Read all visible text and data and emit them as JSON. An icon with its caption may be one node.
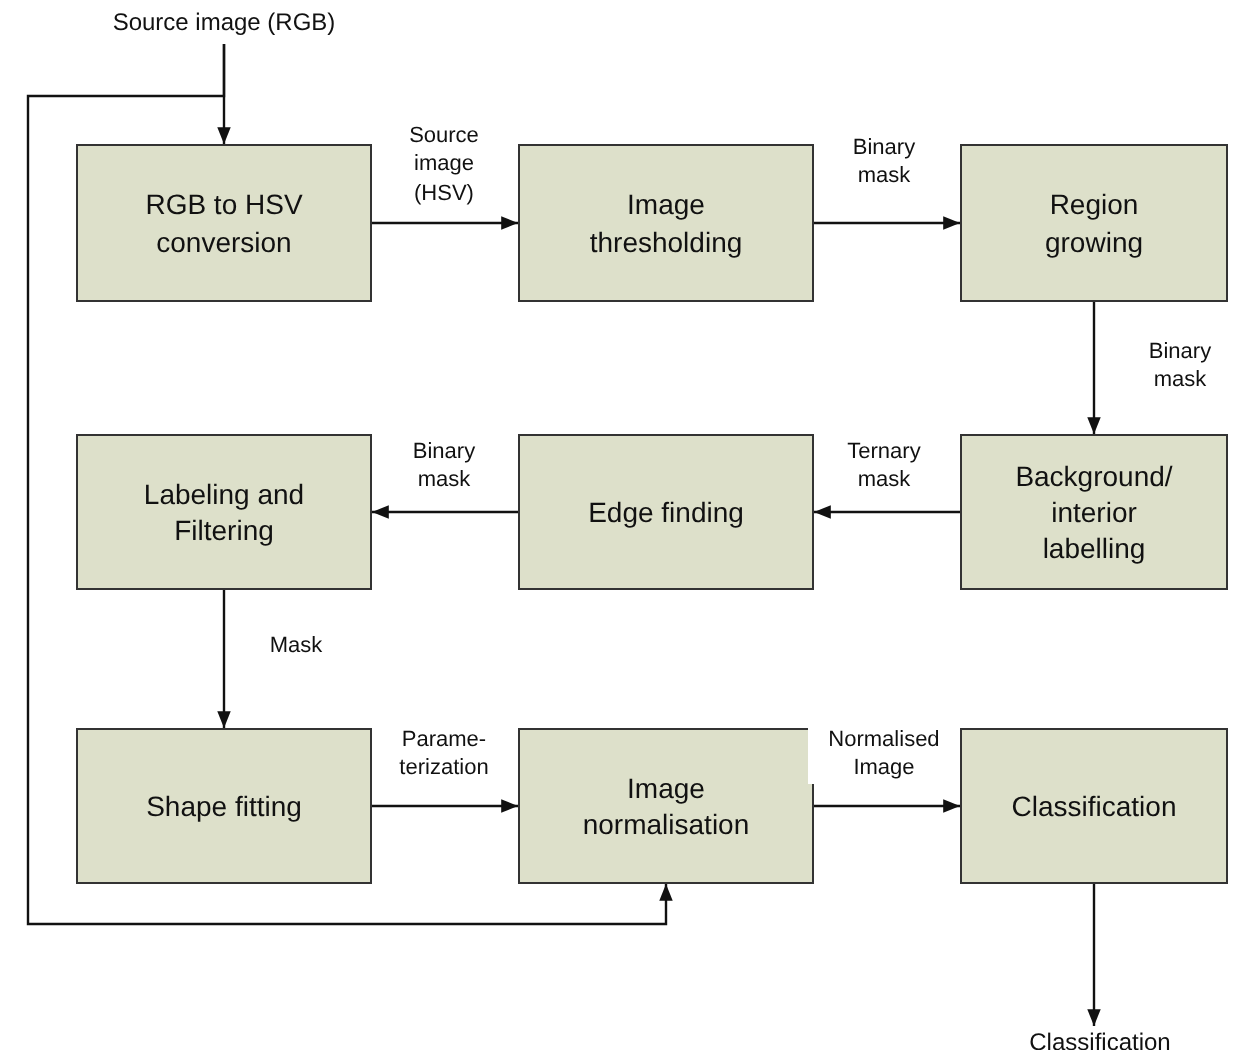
{
  "diagram": {
    "nodes": [
      {
        "text": [
          "Source image (RGB)"
        ]
      },
      {
        "text": [
          "RGB to HSV conversion"
        ]
      },
      {
        "text": [
          "Image thresholding"
        ]
      },
      {
        "text": [
          "Region growing"
        ]
      },
      {
        "text": [
          "Background/ interior labelling"
        ]
      },
      {
        "text": [
          "Edge finding"
        ]
      },
      {
        "text": [
          "Labeling and Filtering"
        ]
      },
      {
        "text": [
          "Shape fitting"
        ]
      },
      {
        "text": [
          "Image normalisation"
        ]
      },
      {
        "text": [
          "Classification"
        ]
      },
      {
        "text": [
          "Classification"
        ]
      }
    ],
    "edges": [
      {
        "from": 0,
        "to": 1,
        "arrow": "to"
      },
      {
        "from": 0,
        "to": 8,
        "arrow": "to"
      },
      {
        "from": 1,
        "to": 2,
        "arrow": "to",
        "label": "Source image (HSV)"
      },
      {
        "from": 2,
        "to": 3,
        "arrow": "to",
        "label": "Binary mask"
      },
      {
        "from": 3,
        "to": 4,
        "arrow": "to",
        "label": "Binary mask"
      },
      {
        "from": 4,
        "to": 5,
        "arrow": "to",
        "label": "Ternary mask"
      },
      {
        "from": 5,
        "to": 6,
        "arrow": "to",
        "label": "Binary mask"
      },
      {
        "from": 6,
        "to": 7,
        "arrow": "to",
        "label": "Mask"
      },
      {
        "from": 7,
        "to": 8,
        "arrow": "to",
        "label": "Parame- terization"
      },
      {
        "from": 8,
        "to": 9,
        "arrow": "to",
        "label": "Normalised Image"
      },
      {
        "from": 9,
        "to": 10,
        "arrow": "to"
      }
    ]
  }
}
